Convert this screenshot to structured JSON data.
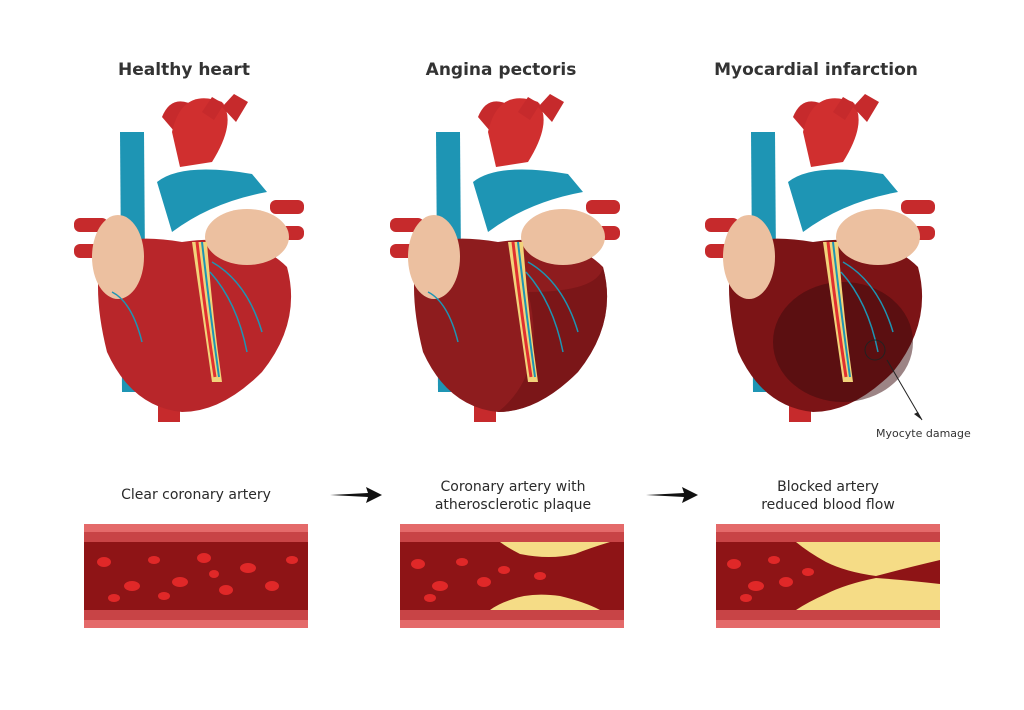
{
  "stages": [
    {
      "title": "Healthy heart",
      "caption": "Clear coronary artery"
    },
    {
      "title": "Angina pectoris",
      "caption": "Coronary artery with\natherosclerotic plaque"
    },
    {
      "title": "Myocardial infarction",
      "caption": "Blocked artery\nreduced blood flow"
    }
  ],
  "annotation": "Myocyte damage",
  "colors": {
    "ventricle": "#b8262a",
    "ventricle_dark": "#7c1416",
    "aorta": "#d02f2f",
    "vein": "#1e95b4",
    "atrium": "#ecc0a0",
    "fat": "#f2d37a",
    "plaque": "#f5dc86",
    "vessel_wall": "#c84446",
    "blood_cell": "#e02828"
  }
}
